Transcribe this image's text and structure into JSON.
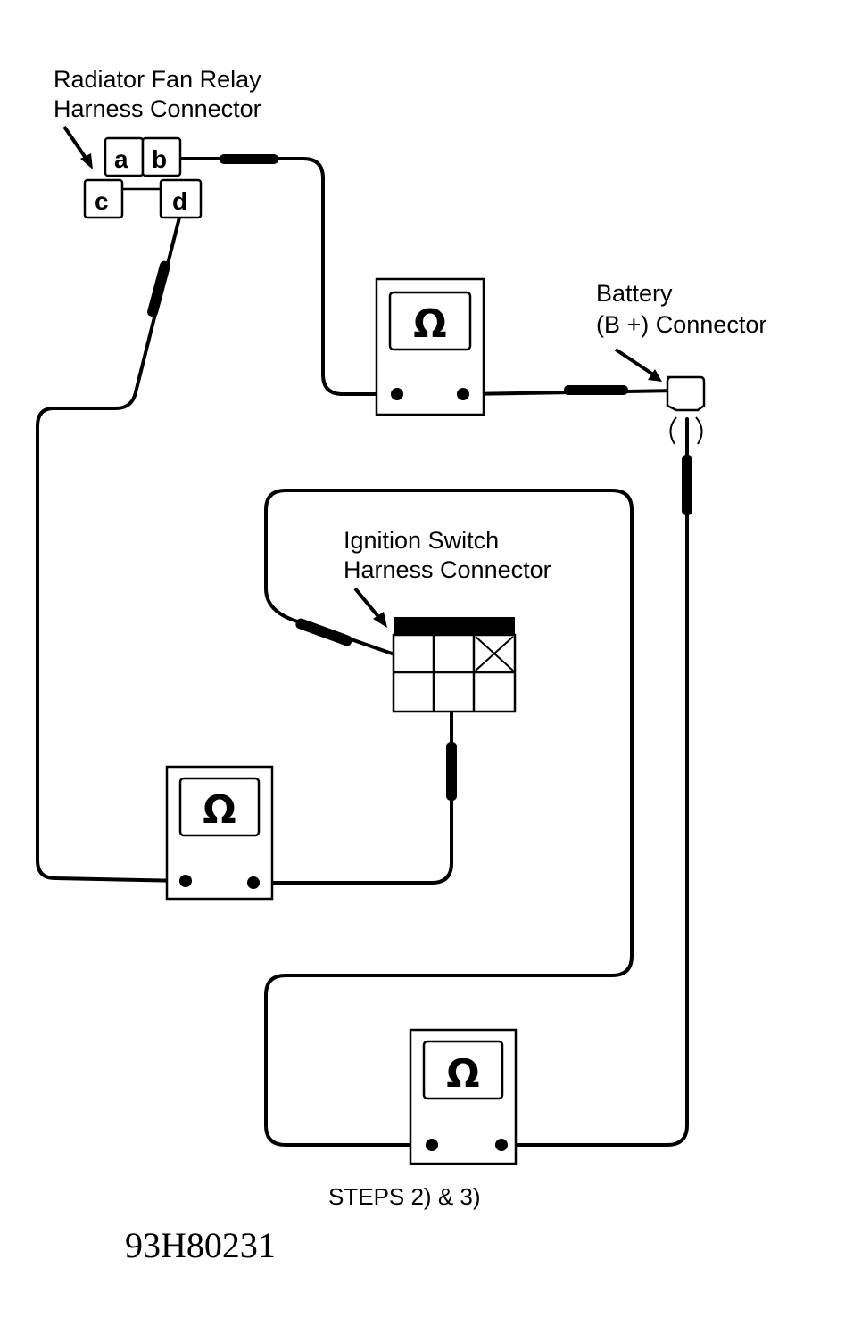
{
  "diagram": {
    "labels": {
      "relay_connector_line1": "Radiator Fan Relay",
      "relay_connector_line2": "Harness Connector",
      "battery_line1": "Battery",
      "battery_line2": "(B +) Connector",
      "ignition_line1": "Ignition Switch",
      "ignition_line2": "Harness Connector",
      "steps": "STEPS 2) & 3)",
      "figure_code": "93H80231"
    },
    "relay_pins": [
      "a",
      "b",
      "c",
      "d"
    ],
    "meters": [
      {
        "id": "meter-top",
        "symbol": "Ω",
        "connects": [
          "relay pin b",
          "battery B+"
        ]
      },
      {
        "id": "meter-middle",
        "symbol": "Ω",
        "connects": [
          "relay pin d",
          "ignition switch terminal"
        ]
      },
      {
        "id": "meter-bottom",
        "symbol": "Ω",
        "connects": [
          "ignition switch terminal",
          "battery B+"
        ]
      }
    ],
    "colors": {
      "ink": "#000000",
      "paper": "#ffffff"
    }
  }
}
